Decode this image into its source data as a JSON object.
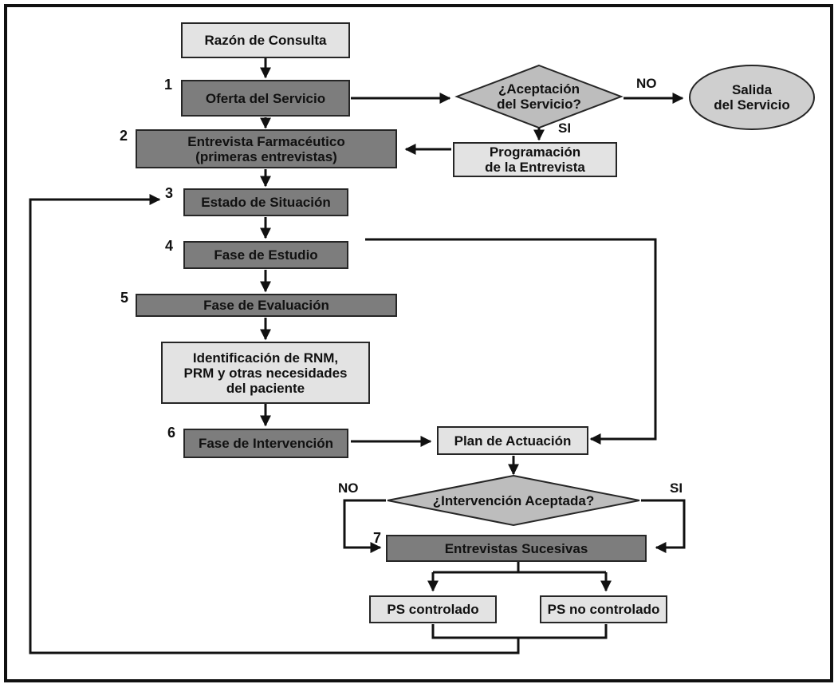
{
  "nodes": {
    "razon_consulta": "Razón de Consulta",
    "oferta_servicio": "Oferta del Servicio",
    "aceptacion_servicio": "¿Aceptación\ndel Servicio?",
    "salida_servicio": "Salida\ndel Servicio",
    "entrevista_farmaceutico": "Entrevista Farmacéutico\n(primeras entrevistas)",
    "programacion_entrevista": "Programación\nde la Entrevista",
    "estado_situacion": "Estado de Situación",
    "fase_estudio": "Fase de Estudio",
    "fase_evaluacion": "Fase de Evaluación",
    "identificacion_rnm": "Identificación de RNM,\nPRM y otras necesidades\ndel paciente",
    "fase_intervencion": "Fase de Intervención",
    "plan_actuacion": "Plan de Actuación",
    "intervencion_aceptada": "¿Intervención Aceptada?",
    "entrevistas_sucesivas": "Entrevistas Sucesivas",
    "ps_controlado": "PS controlado",
    "ps_no_controlado": "PS no controlado"
  },
  "step_numbers": {
    "oferta": "1",
    "entrevista": "2",
    "estado": "3",
    "estudio": "4",
    "evaluacion": "5",
    "intervencion": "6",
    "sucesivas": "7"
  },
  "edge_labels": {
    "aceptacion_no": "NO",
    "aceptacion_si": "SI",
    "intervencion_no": "NO",
    "intervencion_si": "SI"
  },
  "colors": {
    "light_box": "#e3e3e3",
    "dark_box": "#7d7d7d",
    "line": "#111111"
  }
}
